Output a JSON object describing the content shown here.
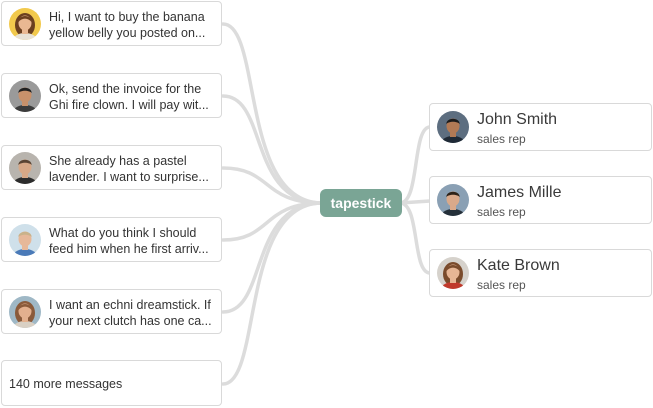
{
  "hub": {
    "label": "tapestick"
  },
  "messages": [
    {
      "line1": "Hi, I want to buy the banana",
      "line2": "yellow belly  you posted on...",
      "avatar": {
        "icon": "woman-avatar-icon",
        "bg": "#f2c94c",
        "skin": "#e9b892",
        "hair": "#6b3f1f",
        "shirt": "#e8e2d6"
      }
    },
    {
      "line1": "Ok, send the invoice for the",
      "line2": "Ghi fire clown. I will pay wit...",
      "avatar": {
        "icon": "man-avatar-icon",
        "bg": "#9a9a9a",
        "skin": "#c8916b",
        "hair": "#1f1f1f",
        "shirt": "#3b3b3b"
      }
    },
    {
      "line1": "She already has a pastel",
      "line2": "lavender. I want to surprise...",
      "avatar": {
        "icon": "man-avatar-icon",
        "bg": "#b8b4ae",
        "skin": "#d7a887",
        "hair": "#5a4433",
        "shirt": "#2c2c2c"
      }
    },
    {
      "line1": "What do you think I should",
      "line2": "feed him when he first arriv...",
      "avatar": {
        "icon": "man-avatar-icon",
        "bg": "#cfe0ea",
        "skin": "#e6b899",
        "hair": "#c9b28a",
        "shirt": "#4a7ab8"
      }
    },
    {
      "line1": "I want an echni dreamstick. If",
      "line2": "your next clutch has one ca...",
      "avatar": {
        "icon": "woman-avatar-icon",
        "bg": "#9fb8c6",
        "skin": "#e3b08e",
        "hair": "#8a5a3a",
        "shirt": "#d9d0c4"
      }
    }
  ],
  "more": {
    "label": "140 more messages"
  },
  "people": [
    {
      "name": "John Smith",
      "role": "sales rep",
      "avatar": {
        "icon": "man-avatar-icon",
        "bg": "#5d6e80",
        "skin": "#b27a55",
        "hair": "#1c1c1c",
        "shirt": "#1f2a36"
      }
    },
    {
      "name": "James Mille",
      "role": "sales rep",
      "avatar": {
        "icon": "man-avatar-icon",
        "bg": "#8aa0b4",
        "skin": "#d9a98a",
        "hair": "#2d2218",
        "shirt": "#25303a"
      }
    },
    {
      "name": "Kate Brown",
      "role": "sales rep",
      "avatar": {
        "icon": "woman-avatar-icon",
        "bg": "#d6d2cc",
        "skin": "#e7b695",
        "hair": "#7a4b2c",
        "shirt": "#c0392b"
      }
    }
  ]
}
